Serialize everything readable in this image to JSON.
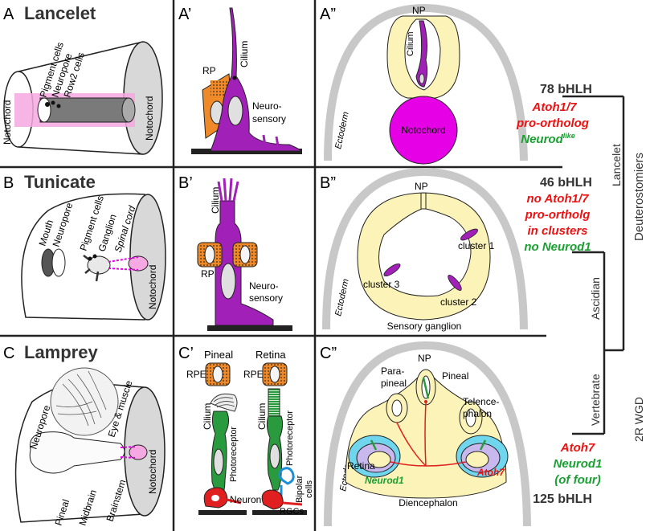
{
  "panels": {
    "a": {
      "letter": "A",
      "title": "Lancelet",
      "labels": {
        "pigment": "Pigment cells",
        "neuropore": "Neuropore",
        "row2": "Row2 cells",
        "noto_left": "Notochord",
        "noto_right": "Notochord"
      }
    },
    "a1": {
      "letter": "A’",
      "cilium": "Cilium",
      "rp": "RP",
      "neuro1": "Neuro-",
      "neuro2": "sensory"
    },
    "a2": {
      "letter": "A”",
      "np": "NP",
      "cilium": "Cilium",
      "notochord": "Notochord",
      "ectoderm": "Ectoderm"
    },
    "b": {
      "letter": "B",
      "title": "Tunicate",
      "labels": {
        "mouth": "Mouth",
        "neuropore": "Neuropore",
        "pigment": "Pigment cells",
        "ganglion": "Ganglion",
        "spinal": "Spinal cord",
        "notochord": "Notochord"
      }
    },
    "b1": {
      "letter": "B’",
      "cilium": "Cilium",
      "rp": "RP",
      "neuro1": "Neuro-",
      "neuro2": "sensory"
    },
    "b2": {
      "letter": "B”",
      "np": "NP",
      "cluster1": "cluster 1",
      "cluster2": "cluster 2",
      "cluster3": "cluster 3",
      "ectoderm": "Ectoderm",
      "ganglion": "Sensory ganglion"
    },
    "c": {
      "letter": "C",
      "title": "Lamprey",
      "labels": {
        "neuropore": "Neuropore",
        "eye": "Eye & muscle",
        "notochord": "Notochord",
        "pineal": "Pineal",
        "midbrain": "Midbrain",
        "brainstem": "Brainstem"
      }
    },
    "c1": {
      "letter": "C’",
      "pineal": "Pineal",
      "retina": "Retina",
      "rpe1": "RPE",
      "rpe2": "RPE",
      "cilium1": "Cilium",
      "cilium2": "Cilium",
      "photo1": "Photoreceptor",
      "photo2": "Photoreceptor",
      "bipolar": "Bipolar",
      "cells": "cells",
      "neuron": "Neuron",
      "rgcs": "RGCs"
    },
    "c2": {
      "letter": "C”",
      "np": "NP",
      "para1": "Para-",
      "para2": "pineal",
      "pineal": "Pineal",
      "tel1": "Telence-",
      "tel2": "phalon",
      "retina": "Retina",
      "neurod1": "Neurod1",
      "atoh7": "Atoh7",
      "ectoderm": "Ectoderm",
      "diencephalon": "Diencephalon"
    }
  },
  "tree": {
    "lancelet_bhlh": "78 bHLH",
    "lancelet_atoh1": "Atoh1/7",
    "lancelet_atoh2": "pro-ortholog",
    "lancelet_neurod": "Neurod",
    "lancelet_neurod_sup": "like",
    "tunicate_bhlh": "46 bHLH",
    "tunicate_l1": "no Atoh1/7",
    "tunicate_l2": "pro-ortholg",
    "tunicate_l3": "in clusters",
    "tunicate_l4": "no Neurod1",
    "vert_atoh7": "Atoh7",
    "vert_neurod1": "Neurod1",
    "vert_of_four": "(of four)",
    "vert_bhlh": "125 bHLH",
    "lab_lancelet": "Lancelet",
    "lab_deuterostomiers": "Deuterostomiers",
    "lab_ascidian": "Ascidian",
    "lab_vertebrate": "Vertebrate",
    "lab_2rwgd": "2R WGD"
  },
  "colors": {
    "magenta": "#c020c8",
    "notochord_pink": "#e600e6",
    "orange": "#f08a28",
    "green": "#1f9a3a",
    "red": "#e02020",
    "yellow": "#fbf3b8",
    "cyan": "#6fd6ee",
    "lilac": "#c9b8ee",
    "grey": "#c8c8c8",
    "text_red": "#ee1111",
    "text_green": "#1aa032"
  }
}
